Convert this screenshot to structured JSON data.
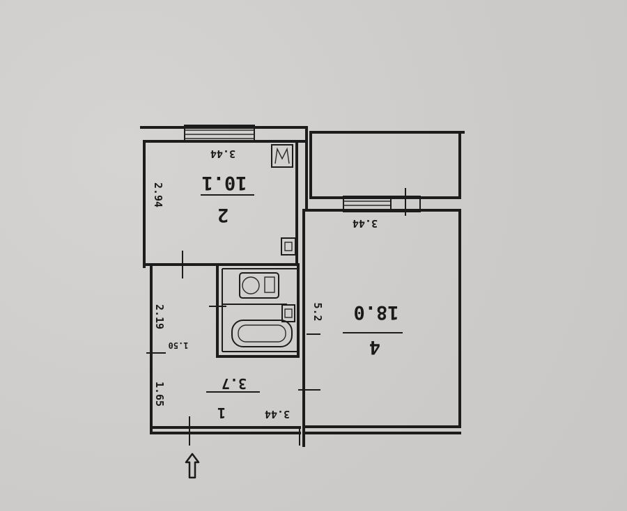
{
  "rooms": [
    {
      "number": "2",
      "area": "10.1"
    },
    {
      "number": "4",
      "area": "18.0"
    },
    {
      "number": "1",
      "area": "3.7"
    }
  ],
  "dimensions": {
    "room2_width": "3.44",
    "room2_height": "2.94",
    "room4_width": "3.44",
    "room4_depth": "5.2",
    "hall_depth": "2.19",
    "hall_sub": "1.50",
    "hall_lower": "1.65",
    "hall_width": "3.44"
  },
  "markers": {
    "entrance": "entrance-arrow"
  }
}
